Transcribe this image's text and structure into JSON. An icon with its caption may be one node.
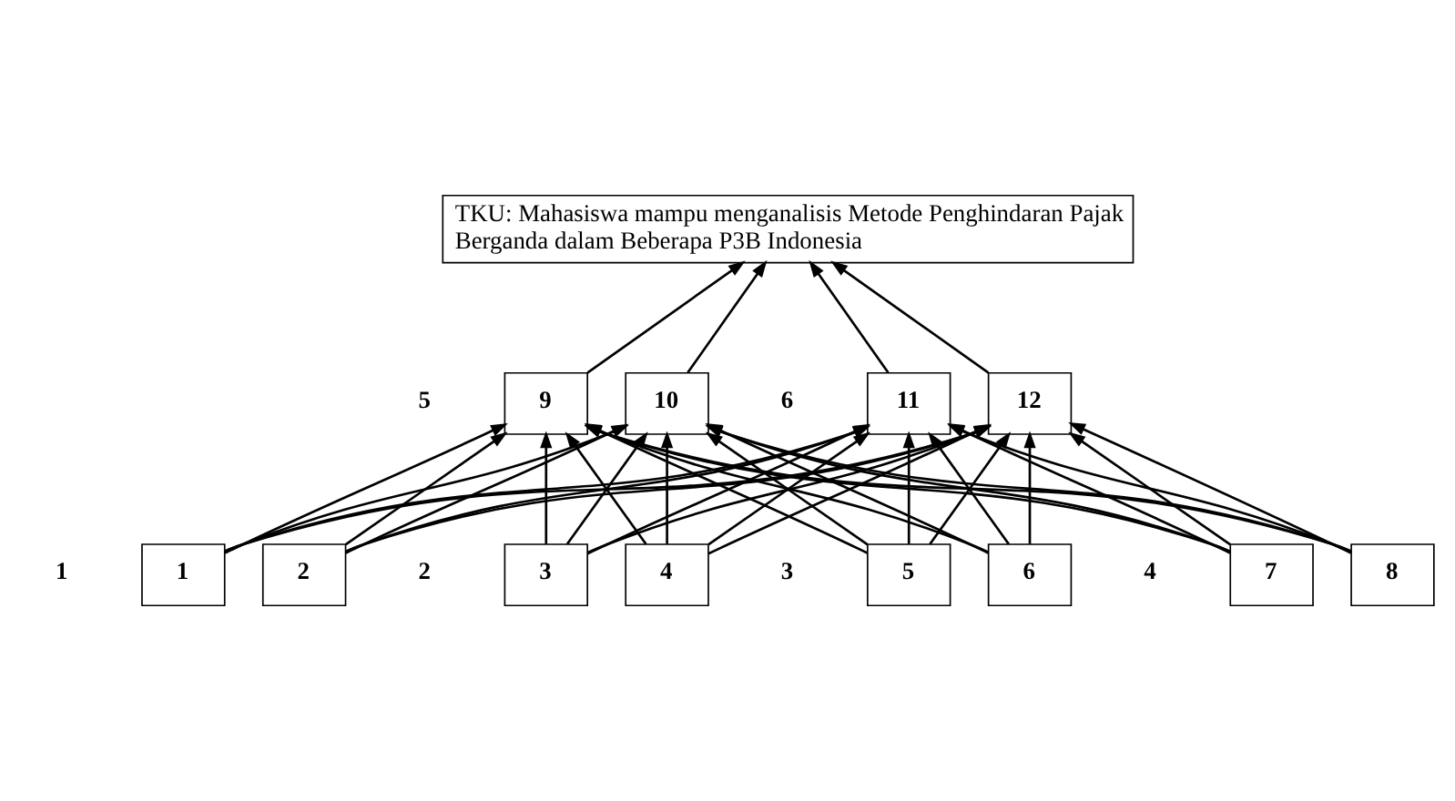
{
  "diagram": {
    "nodes": [
      {
        "text": [
          "TKU: Mahasiswa mampu menganalisis Metode Penghindaran Pajak Berganda dalam Beberapa P3B Indonesia"
        ]
      },
      {
        "text": [
          "9"
        ]
      },
      {
        "text": [
          "10"
        ]
      },
      {
        "text": [
          "11"
        ]
      },
      {
        "text": [
          "12"
        ]
      },
      {
        "text": [
          "1"
        ]
      },
      {
        "text": [
          "2"
        ]
      },
      {
        "text": [
          "3"
        ]
      },
      {
        "text": [
          "4"
        ]
      },
      {
        "text": [
          "5"
        ]
      },
      {
        "text": [
          "6"
        ]
      },
      {
        "text": [
          "7"
        ]
      },
      {
        "text": [
          "8"
        ]
      }
    ],
    "edges": [
      {
        "from": 5,
        "to": 1,
        "arrow": "to"
      },
      {
        "from": 5,
        "to": 2,
        "arrow": "to"
      },
      {
        "from": 5,
        "to": 3,
        "arrow": "to"
      },
      {
        "from": 5,
        "to": 4,
        "arrow": "to"
      },
      {
        "from": 6,
        "to": 1,
        "arrow": "to"
      },
      {
        "from": 6,
        "to": 2,
        "arrow": "to"
      },
      {
        "from": 6,
        "to": 3,
        "arrow": "to"
      },
      {
        "from": 6,
        "to": 4,
        "arrow": "to"
      },
      {
        "from": 7,
        "to": 1,
        "arrow": "to"
      },
      {
        "from": 7,
        "to": 2,
        "arrow": "to"
      },
      {
        "from": 7,
        "to": 3,
        "arrow": "to"
      },
      {
        "from": 7,
        "to": 4,
        "arrow": "to"
      },
      {
        "from": 8,
        "to": 1,
        "arrow": "to"
      },
      {
        "from": 8,
        "to": 2,
        "arrow": "to"
      },
      {
        "from": 8,
        "to": 3,
        "arrow": "to"
      },
      {
        "from": 8,
        "to": 4,
        "arrow": "to"
      },
      {
        "from": 9,
        "to": 1,
        "arrow": "to"
      },
      {
        "from": 9,
        "to": 2,
        "arrow": "to"
      },
      {
        "from": 9,
        "to": 3,
        "arrow": "to"
      },
      {
        "from": 9,
        "to": 4,
        "arrow": "to"
      },
      {
        "from": 10,
        "to": 1,
        "arrow": "to"
      },
      {
        "from": 10,
        "to": 2,
        "arrow": "to"
      },
      {
        "from": 10,
        "to": 3,
        "arrow": "to"
      },
      {
        "from": 10,
        "to": 4,
        "arrow": "to"
      },
      {
        "from": 11,
        "to": 1,
        "arrow": "to"
      },
      {
        "from": 11,
        "to": 2,
        "arrow": "to"
      },
      {
        "from": 11,
        "to": 3,
        "arrow": "to"
      },
      {
        "from": 11,
        "to": 4,
        "arrow": "to"
      },
      {
        "from": 12,
        "to": 1,
        "arrow": "to"
      },
      {
        "from": 12,
        "to": 2,
        "arrow": "to"
      },
      {
        "from": 12,
        "to": 3,
        "arrow": "to"
      },
      {
        "from": 12,
        "to": 4,
        "arrow": "to"
      },
      {
        "from": 1,
        "to": 0,
        "arrow": "to"
      },
      {
        "from": 2,
        "to": 0,
        "arrow": "to"
      },
      {
        "from": 3,
        "to": 0,
        "arrow": "to"
      },
      {
        "from": 4,
        "to": 0,
        "arrow": "to"
      }
    ],
    "labels": [
      "5",
      "6",
      "1",
      "2",
      "3",
      "4"
    ]
  }
}
